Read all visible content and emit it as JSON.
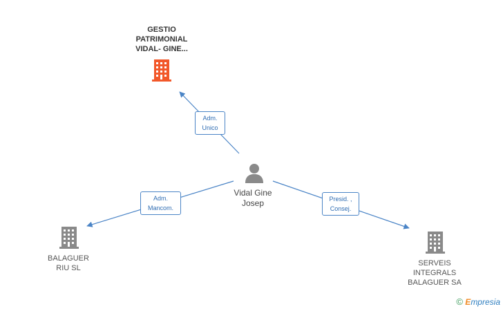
{
  "colors": {
    "main_company": "#f2582a",
    "company": "#8a8a8a",
    "person": "#8a8a8a",
    "edge": "#4a84c6"
  },
  "person": {
    "name_line1": "Vidal Gine",
    "name_line2": "Josep",
    "icon": "person-icon"
  },
  "companies": [
    {
      "id": "gestio",
      "lines": [
        "GESTIO",
        "PATRIMONIAL",
        "VIDAL- GINE..."
      ],
      "icon": "building-icon",
      "main": true
    },
    {
      "id": "balaguer-riu",
      "lines": [
        "BALAGUER",
        "RIU SL"
      ],
      "icon": "building-icon",
      "main": false
    },
    {
      "id": "serveis",
      "lines": [
        "SERVEIS",
        "INTEGRALS",
        "BALAGUER SA"
      ],
      "icon": "building-icon",
      "main": false
    }
  ],
  "roles": [
    {
      "target": "gestio",
      "lines": [
        "Adm.",
        "Unico"
      ]
    },
    {
      "target": "balaguer-riu",
      "lines": [
        "Adm.",
        "Mancom."
      ]
    },
    {
      "target": "serveis",
      "lines": [
        "Presid. ,",
        "Consej."
      ]
    }
  ],
  "brand": {
    "copyright": "©",
    "initial": "E",
    "rest": "mpresia"
  }
}
